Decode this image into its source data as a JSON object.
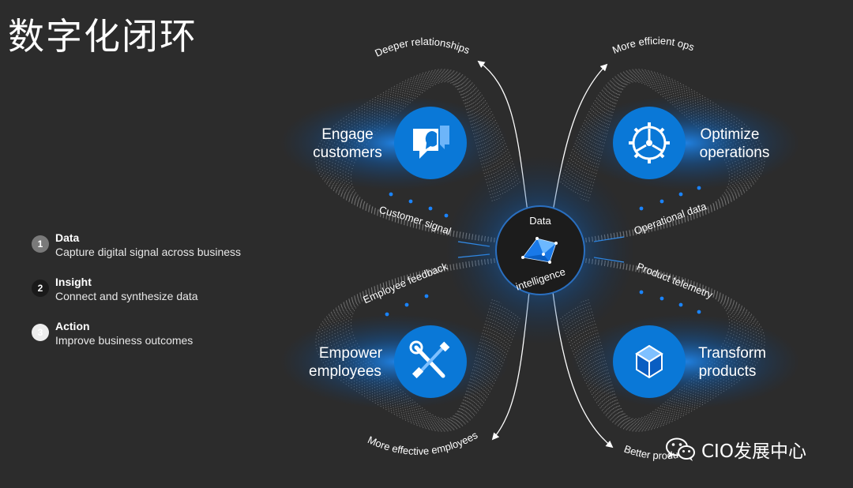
{
  "title": "数字化闭环",
  "steps": [
    {
      "num": "1",
      "title": "Data",
      "desc": "Capture digital signal across business"
    },
    {
      "num": "2",
      "title": "Insight",
      "desc": "Connect and synthesize data"
    },
    {
      "num": "3",
      "title": "Action",
      "desc": "Improve business outcomes"
    }
  ],
  "hub": {
    "line1": "Data",
    "line2": "intelligence",
    "icon": "data-intelligence-icon"
  },
  "nodes": {
    "engage": {
      "line1": "Engage",
      "line2": "customers",
      "icon": "customer-chat-icon"
    },
    "optimize": {
      "line1": "Optimize",
      "line2": "operations",
      "icon": "gear-icon"
    },
    "empower": {
      "line1": "Empower",
      "line2": "employees",
      "icon": "tools-icon"
    },
    "transform": {
      "line1": "Transform",
      "line2": "products",
      "icon": "cube-icon"
    }
  },
  "flows": {
    "customer_signal": "Customer signal",
    "operational_data": "Operational data",
    "employee_feedback": "Employee feedback",
    "product_telemetry": "Product telemetry"
  },
  "outcomes": {
    "deeper_relationships": "Deeper relationships",
    "more_efficient_ops": "More efficient ops",
    "more_effective_employees": "More effective employees",
    "better_products": "Better products"
  },
  "watermark": {
    "text": "CIO发展中心",
    "icon": "wechat-icon"
  },
  "colors": {
    "background": "#2c2c2c",
    "accent": "#0a78d7",
    "glow": "#1e90ff",
    "hub": "#1c1c1c"
  }
}
